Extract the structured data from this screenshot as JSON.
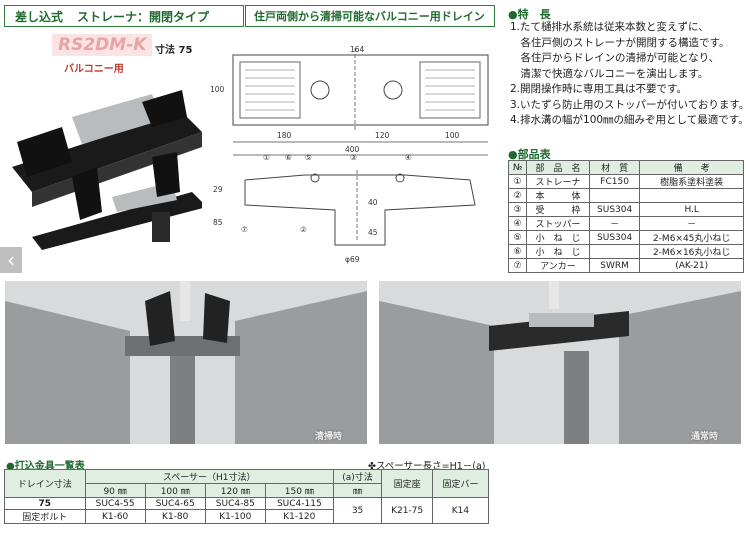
{
  "header": {
    "type_left": "差し込式",
    "type_right": "ストレーナ：開閉タイプ",
    "headline": "住戸両側から清掃可能なバルコニー用ドレイン"
  },
  "product": {
    "model": "RS2DM-K",
    "size_label": "寸法 75",
    "use_label": "バルコニー用"
  },
  "drawing": {
    "top_dims": [
      "164",
      "100",
      "180",
      "120",
      "100",
      "400"
    ],
    "side_dims": [
      "29",
      "85",
      "40",
      "45"
    ],
    "diameter": "φ69",
    "callouts": [
      "①",
      "⑥",
      "⑤",
      "③",
      "②",
      "④",
      "⑦"
    ]
  },
  "features": {
    "title": "●特　長",
    "items": [
      "1.たて樋排水系統は従来本数と変えずに、",
      "　各住戸側のストレーナが開閉する構造です。",
      "　各住戸からドレインの清掃が可能となり、",
      "　清潔で快適なバルコニーを演出します。",
      "2.開閉操作時に専用工具は不要です。",
      "3.いたずら防止用のストッパーが付いております。",
      "4.排水溝の幅が100㎜の細みぞ用として最適です。"
    ]
  },
  "parts": {
    "title": "●部品表",
    "headers": [
      "№",
      "部　品　名",
      "材　質",
      "備　　考"
    ],
    "rows": [
      [
        "①",
        "ストレーナ",
        "FC150",
        "樹脂系塗料塗装"
      ],
      [
        "②",
        "本　　　体",
        "",
        ""
      ],
      [
        "③",
        "受　　　枠",
        "SUS304",
        "H.L"
      ],
      [
        "④",
        "ストッパー",
        "－",
        "－"
      ],
      [
        "⑤",
        "小　ね　じ",
        "SUS304",
        "2-M6×45丸小ねじ"
      ],
      [
        "⑥",
        "小　ね　じ",
        "",
        "2-M6×16丸小ねじ"
      ],
      [
        "⑦",
        "アンカー",
        "SWRM",
        "(AK-21)"
      ]
    ]
  },
  "photos": {
    "left_caption": "清掃時",
    "right_caption": "通常時"
  },
  "list": {
    "title": "●打込金具一覧表",
    "note": "✤スペーサー長さ=H1－(a)",
    "col_drain": "ドレイン寸法",
    "spacer_header": "スペーサー（H1寸法）",
    "spacer_sizes": [
      "90 ㎜",
      "100 ㎜",
      "120 ㎜",
      "150 ㎜"
    ],
    "a_header": "(a)寸法",
    "a_unit": "㎜",
    "base_header": "固定座",
    "bar_header": "固定バー",
    "row1": [
      "75",
      "SUC4-55",
      "SUC4-65",
      "SUC4-85",
      "SUC4-115",
      "35",
      "K21-75",
      "K14"
    ],
    "row2": [
      "固定ボルト",
      "K1-60",
      "K1-80",
      "K1-100",
      "K1-120"
    ]
  },
  "colors": {
    "accent": "#1f6b2f",
    "model_pink": "#e8a3a3"
  }
}
